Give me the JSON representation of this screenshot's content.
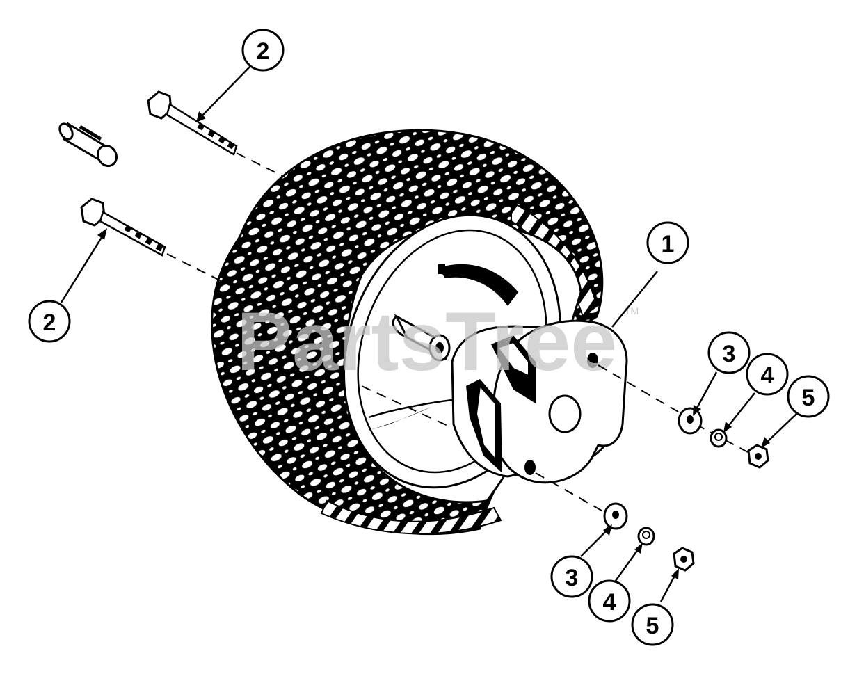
{
  "watermark": {
    "text": "PartsTree",
    "trademark": "TM"
  },
  "callouts": [
    {
      "id": "c2-top",
      "label": "2",
      "part": "bolt"
    },
    {
      "id": "c2-left",
      "label": "2",
      "part": "bolt"
    },
    {
      "id": "c1",
      "label": "1",
      "part": "wheel-hub"
    },
    {
      "id": "c3-upper",
      "label": "3",
      "part": "flat-washer"
    },
    {
      "id": "c4-upper",
      "label": "4",
      "part": "lock-washer"
    },
    {
      "id": "c5-upper",
      "label": "5",
      "part": "hex-nut"
    },
    {
      "id": "c3-lower",
      "label": "3",
      "part": "flat-washer"
    },
    {
      "id": "c4-lower",
      "label": "4",
      "part": "lock-washer"
    },
    {
      "id": "c5-lower",
      "label": "5",
      "part": "hex-nut"
    }
  ]
}
